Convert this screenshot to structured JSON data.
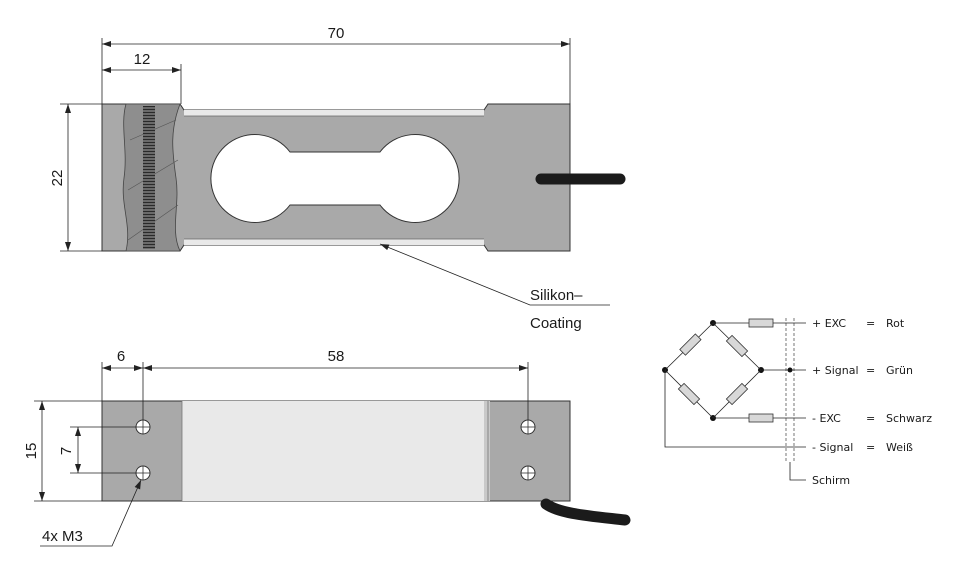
{
  "top_view": {
    "dim_length": "70",
    "dim_end_width": "12",
    "dim_height": "22",
    "coating_label_line1": "Silikon–",
    "coating_label_line2": "Coating"
  },
  "bottom_view": {
    "dim_edge": "6",
    "dim_hole_spacing": "58",
    "dim_height": "15",
    "dim_hole_pitch": "7",
    "thread_label": "4x  M3"
  },
  "wiring": {
    "rows": [
      {
        "signal": "+ EXC",
        "eq": "=",
        "color": "Rot"
      },
      {
        "signal": "+ Signal",
        "eq": "=",
        "color": "Grün"
      },
      {
        "signal": "- EXC",
        "eq": "=",
        "color": "Schwarz"
      },
      {
        "signal": "- Signal",
        "eq": "=",
        "color": "Weiß"
      }
    ],
    "shield_label": "Schirm"
  },
  "colors": {
    "body": "#a9a9a9",
    "body_dark": "#8e8e8e",
    "coating": "#e9e9e9",
    "resistor": "#d8d8d8",
    "cable": "#1b1b1b"
  }
}
